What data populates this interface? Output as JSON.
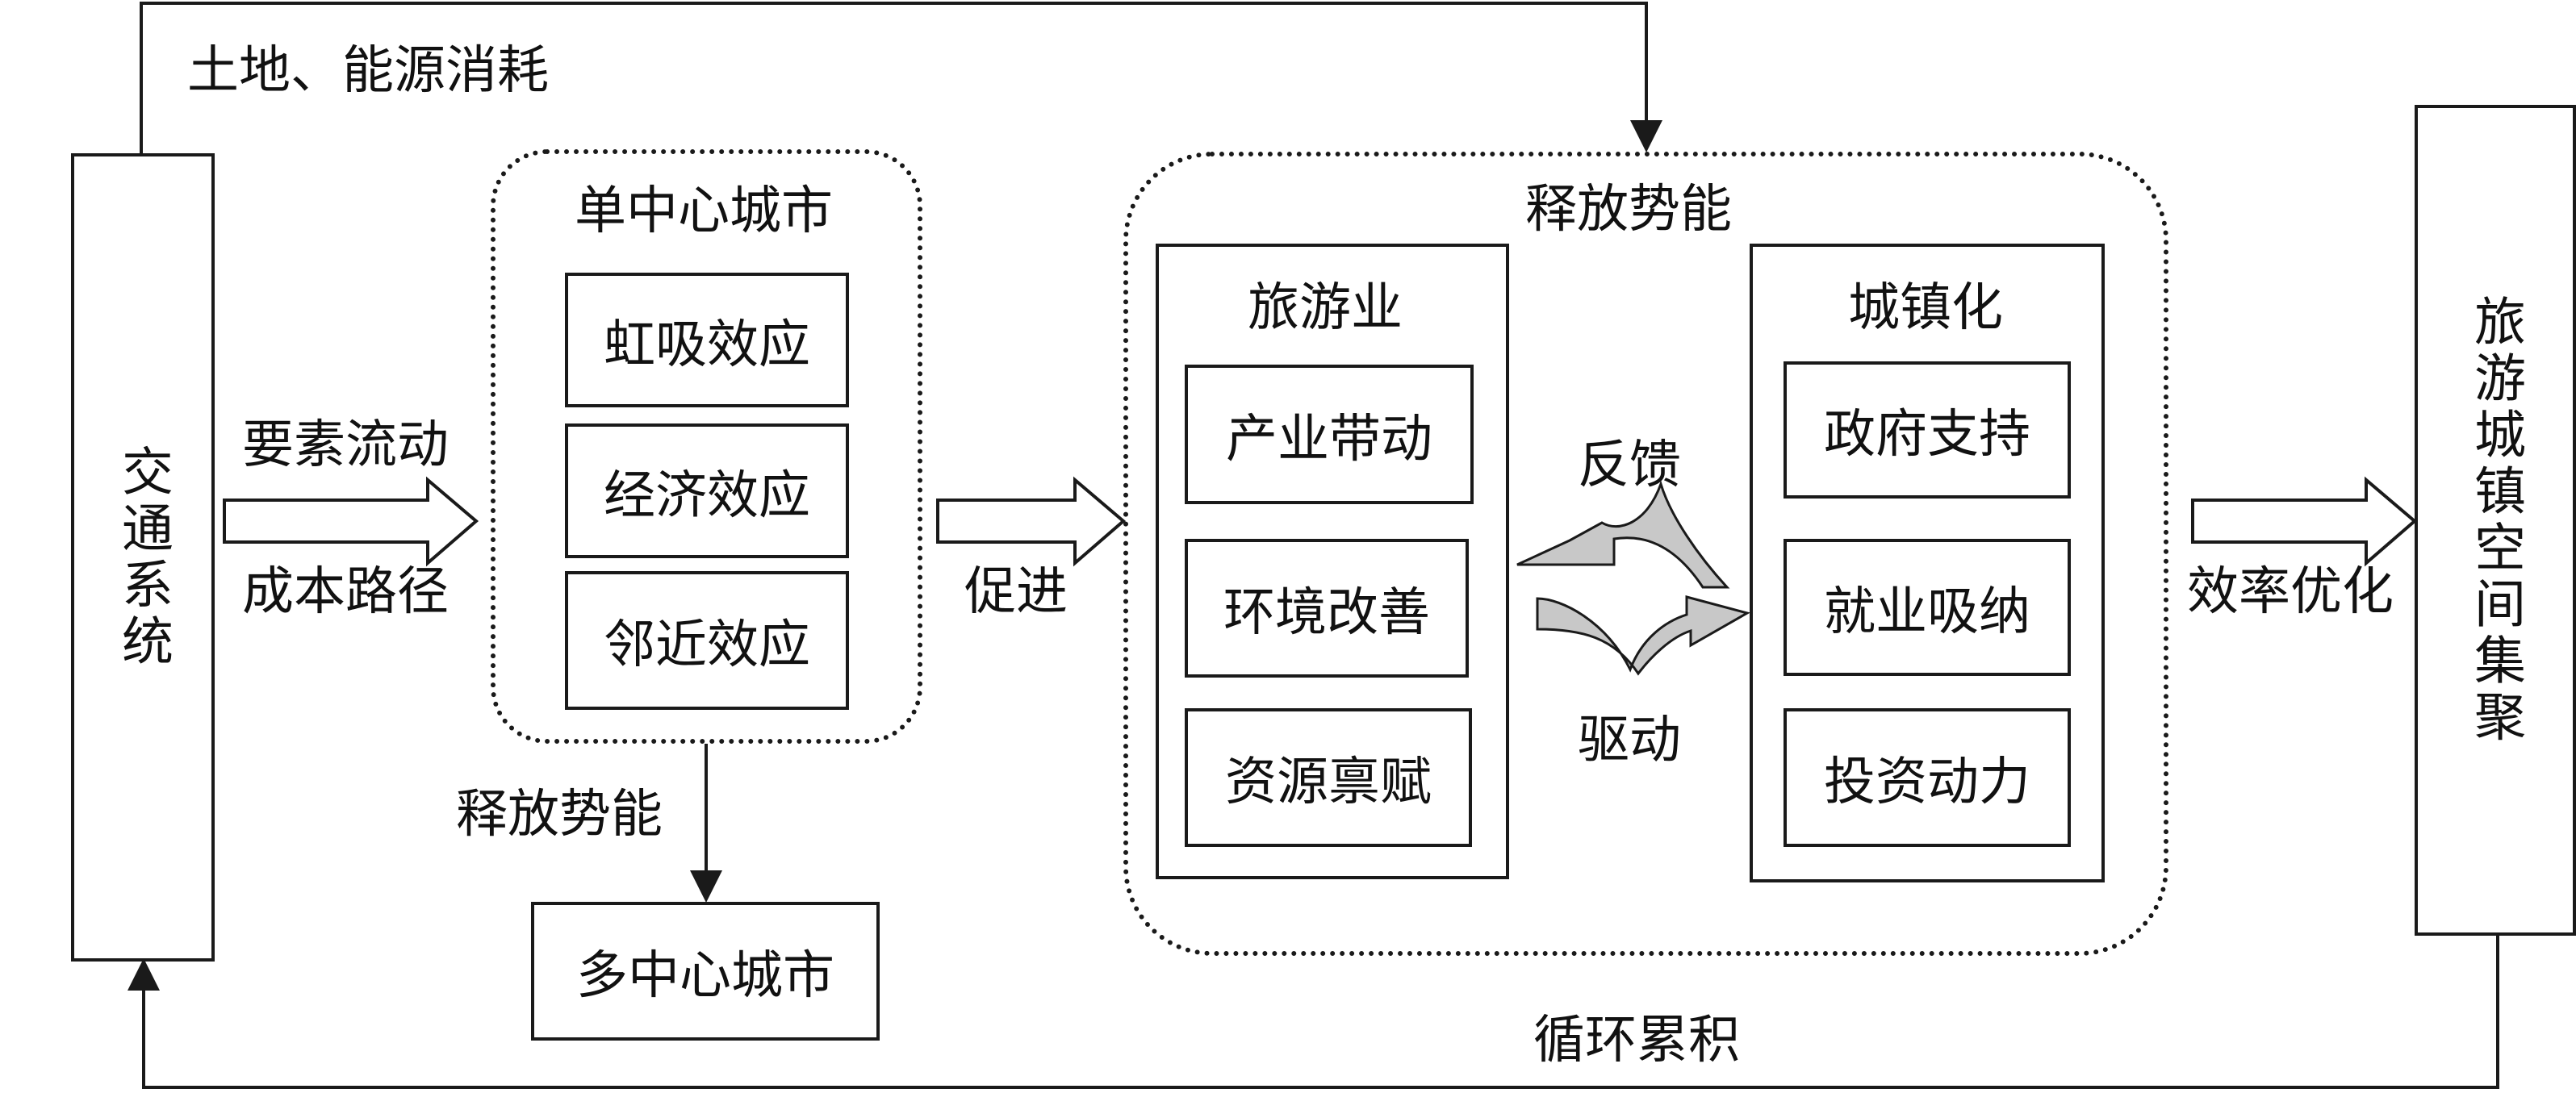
{
  "left_box": "交通系统",
  "right_box": "旅游城镇空间集聚",
  "top_label": "土地、能源消耗",
  "bottom_label": "循环累积",
  "arrow1": {
    "above": "要素流动",
    "below": "成本路径"
  },
  "mono_city": {
    "title": "单中心城市",
    "items": [
      "虹吸效应",
      "经济效应",
      "邻近效应"
    ]
  },
  "release_left": "释放势能",
  "poly_city": "多中心城市",
  "promote": "促进",
  "outer_group": {
    "title": "释放势能"
  },
  "tourism": {
    "title": "旅游业",
    "items": [
      "产业带动",
      "环境改善",
      "资源禀赋"
    ]
  },
  "urban": {
    "title": "城镇化",
    "items": [
      "政府支持",
      "就业吸纳",
      "投资动力"
    ]
  },
  "feedback": "反馈",
  "drive": "驱动",
  "efficiency": "效率优化",
  "colors": {
    "line": "#1a1a1a",
    "cycle_fill": "#c8c8c8"
  }
}
